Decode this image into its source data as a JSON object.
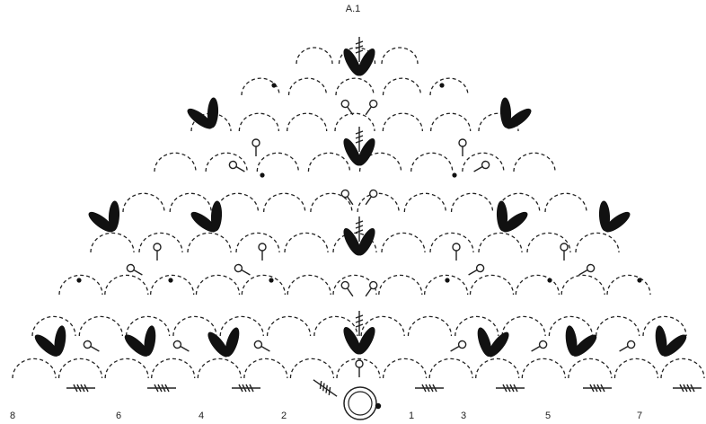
{
  "chart_title": "A.1",
  "row_labels": [
    {
      "text": "8",
      "side": "left"
    },
    {
      "text": "6",
      "side": "left"
    },
    {
      "text": "4",
      "side": "left"
    },
    {
      "text": "2",
      "side": "left"
    },
    {
      "text": "1",
      "side": "right"
    },
    {
      "text": "3",
      "side": "right"
    },
    {
      "text": "5",
      "side": "right"
    },
    {
      "text": "7",
      "side": "right"
    }
  ],
  "symbols": {
    "start": "magic-ring",
    "cluster": "leaf-cluster",
    "picot": "chain-picot",
    "stitch": "double-treble",
    "chain": "chain-loop",
    "dot": "slip-stitch"
  }
}
